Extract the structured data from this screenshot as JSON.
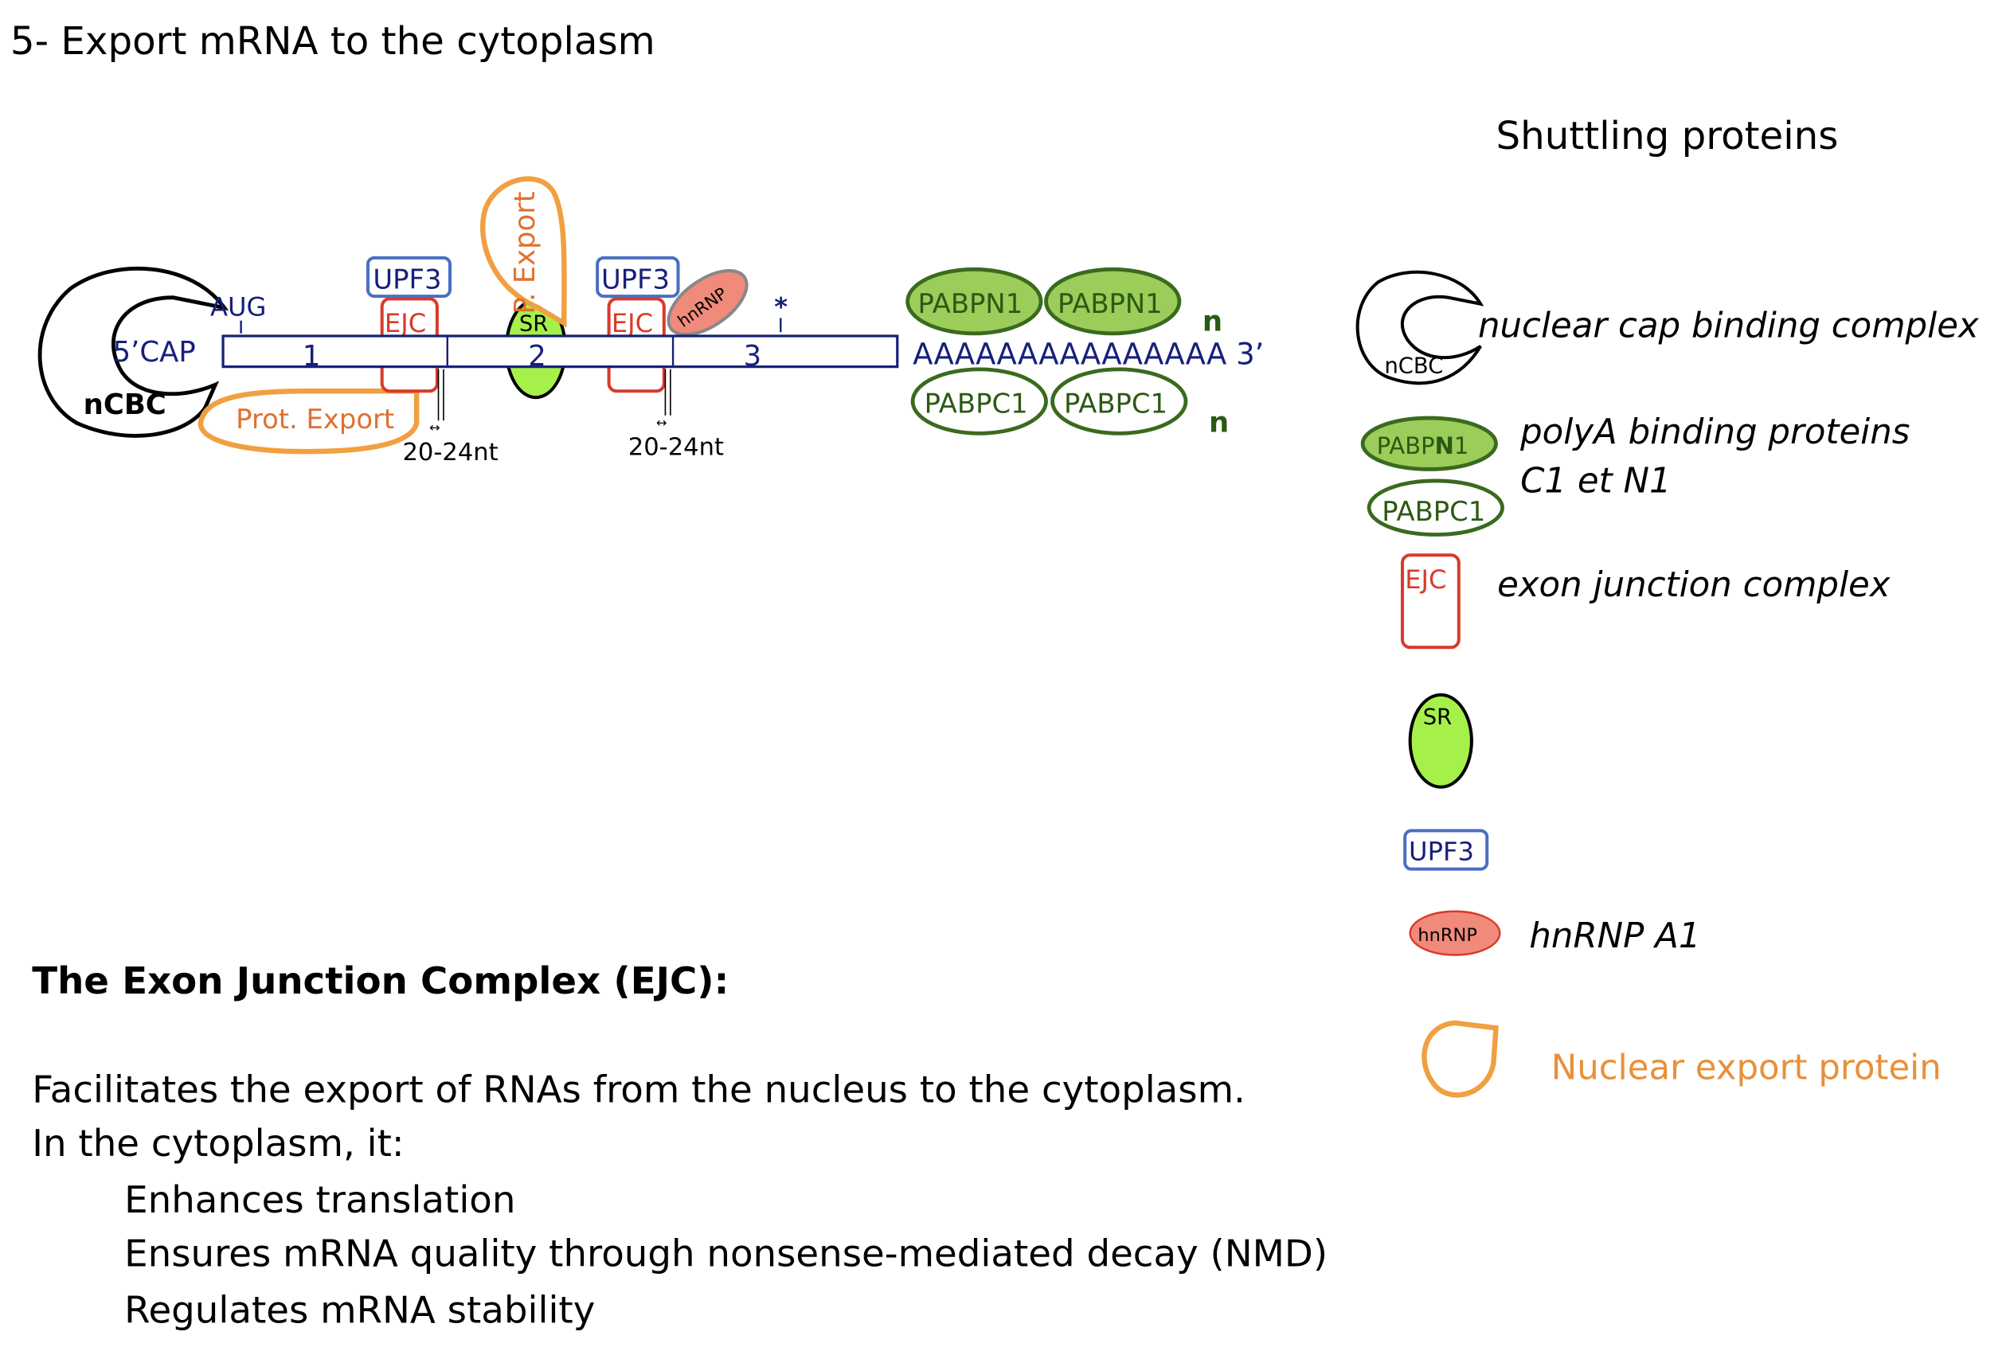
{
  "title": "5- Export mRNA to the cytoplasm",
  "diagram": {
    "cap": "5’CAP",
    "ncbc": "nCBC",
    "aug": "AUG",
    "stop": "*",
    "exons": [
      "1",
      "2",
      "3"
    ],
    "upf3": "UPF3",
    "ejc": "EJC",
    "sr": "SR",
    "p_export": "P. Export",
    "hnrnp": "hnRNP",
    "prot_export": "Prot. Export",
    "spacing": "20-24nt",
    "spacing_arrow": "↔",
    "polya": "AAAAAAAAAAAAAAA 3’",
    "pabpn1": "PABPN1",
    "pabpc1": "PABPC1",
    "n": "n"
  },
  "legend": {
    "heading": "Shuttling proteins",
    "ncbc_label": "nCBC",
    "ncbc_desc": "nuclear cap binding complex",
    "pabpn1_prefix": "PABP",
    "pabpn1_bold": "N",
    "pabpn1_suffix": "1",
    "pabpc1": "PABPC1",
    "pab_desc_1": "polyA binding proteins",
    "pab_desc_2": "C1 et N1",
    "ejc": "EJC",
    "ejc_desc": "exon junction complex",
    "sr": "SR",
    "upf3": "UPF3",
    "hnrnp": "hnRNP",
    "hnrnp_desc": "hnRNP A1",
    "export_desc": "Nuclear export protein"
  },
  "body": {
    "heading": "The Exon Junction Complex (EJC):",
    "line1": "Facilitates the export of RNAs from the nucleus to the cytoplasm.",
    "line2": "In the cytoplasm, it:",
    "bullets": [
      "Enhances translation",
      "Ensures mRNA quality through nonsense-mediated decay (NMD)",
      "Regulates mRNA stability"
    ]
  },
  "colors": {
    "navy": "#16207a",
    "ejc_red": "#d93a2b",
    "upf3_blue": "#4a6fc2",
    "sr_green": "#a6f04a",
    "pab_green": "#9ccc5a",
    "pab_stroke": "#3a6a1e",
    "export_orange": "#f0a040",
    "export_text": "#e07030",
    "hnrnp_red": "#f08a7a"
  }
}
